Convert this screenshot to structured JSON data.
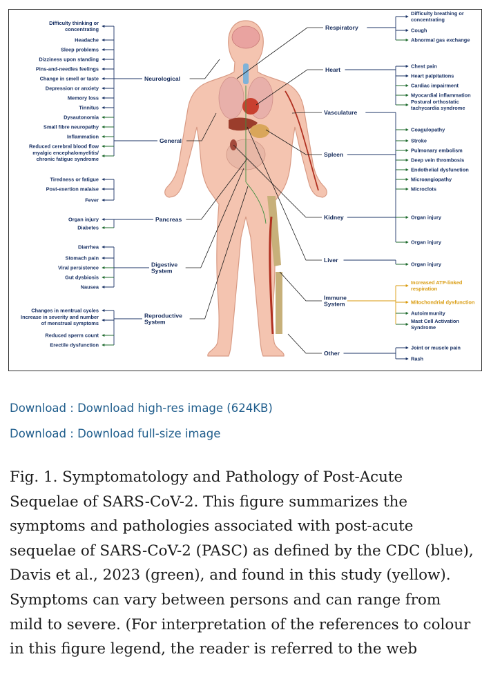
{
  "figure": {
    "body_groups": [
      {
        "id": "neurological",
        "name": "Neurological",
        "side": "left",
        "items": [
          "Difficulty thinking or|concentrating",
          "Headache",
          "Sleep problems",
          "Dizziness upon standing",
          "Pins-and-needles feelings",
          "Change in smell or taste",
          "Depression or anxiety",
          "Memory loss",
          "Tinnitus",
          "Dysautonomia",
          "Small fibre neuropathy",
          "Inflammation",
          "Reduced cerebral blood flow",
          "myalgic encephalomyelitis/|chronic fatigue syndrome"
        ]
      },
      {
        "id": "general",
        "name": "General",
        "side": "left",
        "items": [
          "Tiredness or fatigue",
          "Post-exertion malaise",
          "Fever"
        ]
      },
      {
        "id": "pancreas",
        "name": "Pancreas",
        "side": "left",
        "items": [
          "Organ injury",
          "Diabetes"
        ]
      },
      {
        "id": "digestive",
        "name": "Digestive|System",
        "side": "left",
        "items": [
          "Diarrhea",
          "Stomach pain",
          "Viral persistence",
          "Gut dysbiosis",
          "Nausea"
        ]
      },
      {
        "id": "reproductive",
        "name": "Reproductive|System",
        "side": "left",
        "items": [
          "Changes in mentrual cycles",
          "Increase in severity and number|of menstrual symptoms",
          "Reduced sperm count",
          "Erectile dysfunction"
        ]
      },
      {
        "id": "respiratory",
        "name": "Respiratory",
        "side": "right",
        "items": [
          "Difficulty breathing or|concentrating",
          "Cough",
          "Abnormal gas exchange"
        ]
      },
      {
        "id": "heart",
        "name": "Heart",
        "side": "right",
        "items": [
          "Chest pain",
          "Heart palpitations",
          "Cardiac impairment",
          "Myocardial inflammation",
          "Postural orthostatic|tachycardia syndrome"
        ]
      },
      {
        "id": "vasculature",
        "name": "Vasculature",
        "side": "right",
        "items": [
          "Coagulopathy",
          "Stroke",
          "Pulmonary embolism",
          "Deep vein thrombosis",
          "Endothelial dysfunction",
          "Microangiopathy",
          "Microclots"
        ]
      },
      {
        "id": "spleen",
        "name": "Spleen",
        "side": "right",
        "items": [
          "Organ injury"
        ]
      },
      {
        "id": "kidney",
        "name": "Kidney",
        "side": "right",
        "items": [
          "Organ injury"
        ]
      },
      {
        "id": "liver",
        "name": "Liver",
        "side": "right",
        "items": [
          "Organ injury"
        ]
      },
      {
        "id": "immune",
        "name": "Immune|System",
        "side": "right",
        "items": [
          "Increased ATP-linked|respiration",
          "Mitochondrial dysfunction",
          "Autoimmunity",
          "Mast Cell Activation|Syndrome"
        ]
      },
      {
        "id": "other",
        "name": "Other",
        "side": "right",
        "items": [
          "Joint or muscle pain",
          "Rash"
        ]
      }
    ],
    "colors": {
      "cdc_blue": "#1b3366",
      "davis_green": "#1f6b2e",
      "study_yellow": "#d99a0c",
      "skin": "#f4c4b0",
      "skin_outline": "#d89a84"
    }
  },
  "downloads": [
    {
      "label": "Download : Download high-res image (624KB)"
    },
    {
      "label": "Download : Download full-size image"
    }
  ],
  "caption": {
    "lines": [
      "Fig. 1. Symptomatology and Pathology of Post-Acute",
      "Sequelae of SARS-CoV-2. This figure summarizes the",
      "symptoms and pathologies associated with post-acute",
      "sequelae of SARS-CoV-2 (PASC) as defined by the CDC (blue),",
      "Davis et al., 2023 (green), and found in this study (yellow).",
      "Symptoms can vary between persons and can range from",
      "mild to severe. (For interpretation of the references to colour",
      "in this figure legend, the reader is referred to the web"
    ]
  }
}
